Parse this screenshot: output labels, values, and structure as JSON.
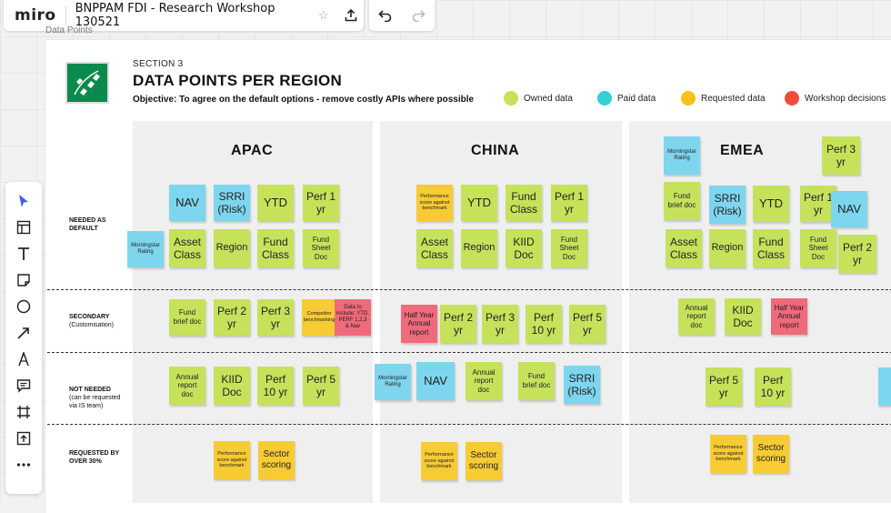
{
  "app": {
    "logo": "miro",
    "board_title": "BNPPAM FDI - Research Workshop 130521",
    "frame_label": "Data Points"
  },
  "header": {
    "section_num": "SECTION 3",
    "title": "DATA POINTS PER REGION",
    "objective": "Objective: To agree on the default options - remove costly APIs where possible"
  },
  "legend": [
    {
      "label": "Owned data",
      "color": "#c6e25a"
    },
    {
      "label": "Paid data",
      "color": "#7ed5ee"
    },
    {
      "label": "Requested data",
      "color": "#f7cb33"
    },
    {
      "label": "Workshop decisions",
      "color": "#ef4b3b"
    }
  ],
  "rows": {
    "default": {
      "title": "NEEDED AS DEFAULT"
    },
    "secondary": {
      "title": "SECONDARY",
      "sub": "(Customisation)"
    },
    "not_needed": {
      "title": "NOT NEEDED",
      "sub": "(can be requested via IS team)"
    },
    "requested": {
      "title": "REQUESTED BY OVER 30%"
    }
  },
  "columns": {
    "apac": "APAC",
    "china": "CHINA",
    "emea": "EMEA"
  },
  "notes": {
    "apac": {
      "ms": "Morningstar Rating",
      "nav": "NAV",
      "srri": "SRRI (Risk)",
      "ytd": "YTD",
      "perf1": "Perf 1 yr",
      "asset": "Asset Class",
      "region": "Region",
      "fund_class": "Fund Class",
      "fsd": "Fund Sheet Doc",
      "fbd": "Fund brief doc",
      "perf2": "Perf 2 yr",
      "perf3": "Perf 3 yr",
      "comp": "Competitor benchmarking",
      "dti": "Data to include: YTD, PERF 1,2,3 & Nav",
      "ard": "Annual report doc",
      "kiid": "KIID Doc",
      "perf10": "Perf 10 yr",
      "perf5": "Perf 5 yr",
      "psb": "Performance score against benchmark",
      "sector": "Sector scoring"
    },
    "china": {
      "psb_top": "Performance score against benchmark",
      "ytd": "YTD",
      "fund_class": "Fund Class",
      "perf1": "Perf 1 yr",
      "asset": "Asset Class",
      "region": "Region",
      "kiid": "KIID Doc",
      "fsd": "Fund Sheet Doc",
      "hyar": "Half Year Annual report",
      "perf2": "Perf 2 yr",
      "perf3": "Perf 3 yr",
      "perf10": "Perf 10 yr",
      "perf5": "Perf 5 yr",
      "ms": "Morningstar Rating",
      "nav": "NAV",
      "ard": "Annual report doc",
      "fbd": "Fund brief doc",
      "srri": "SRRI (Risk)",
      "psb": "Performance score against benchmark",
      "sector": "Sector scoring"
    },
    "emea": {
      "ms": "Morningstar Rating",
      "perf3": "Perf 3 yr",
      "fbd": "Fund brief doc",
      "srri": "SRRI (Risk)",
      "ytd": "YTD",
      "perf1": "Perf 1 yr",
      "nav": "NAV",
      "asset": "Asset Class",
      "region": "Region",
      "fund_class": "Fund Class",
      "fsd": "Fund Sheet Doc",
      "perf2": "Perf 2 yr",
      "ard": "Annual report doc",
      "kiid": "KIID Doc",
      "hyar": "Half Year Annual report",
      "perf5": "Perf 5 yr",
      "perf10": "Perf 10 yr",
      "psb": "Performance score against benchmark",
      "sector": "Sector scoring"
    }
  }
}
